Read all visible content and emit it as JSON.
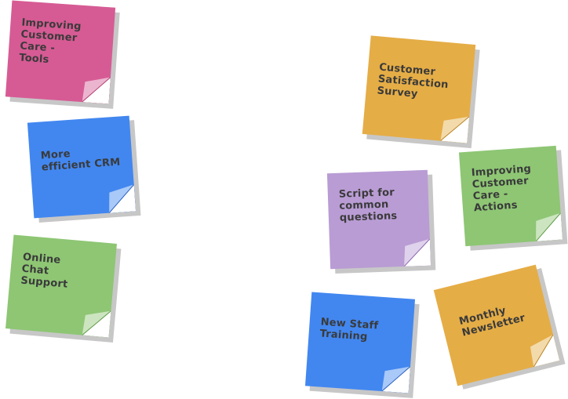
{
  "notes": [
    {
      "id": "improving-customer-care-tools",
      "text": "Improving\nCustomer\nCare -\nTools",
      "color": "#d65b94"
    },
    {
      "id": "more-efficient-crm",
      "text": "More\nefficient CRM",
      "color": "#4287f0"
    },
    {
      "id": "online-chat-support",
      "text": "Online\nChat\nSupport",
      "color": "#8ec674"
    },
    {
      "id": "customer-satisfaction-survey",
      "text": "Customer\nSatisfaction\nSurvey",
      "color": "#e5ad46"
    },
    {
      "id": "improving-customer-care-actions",
      "text": "Improving\nCustomer\nCare -\nActions",
      "color": "#8ec674"
    },
    {
      "id": "script-for-common-questions",
      "text": "Script for\ncommon\nquestions",
      "color": "#b99cd4"
    },
    {
      "id": "new-staff-training",
      "text": "New Staff\nTraining",
      "color": "#4287f0"
    },
    {
      "id": "monthly-newsletter",
      "text": "Monthly\nNewsletter",
      "color": "#e5ad46"
    }
  ]
}
